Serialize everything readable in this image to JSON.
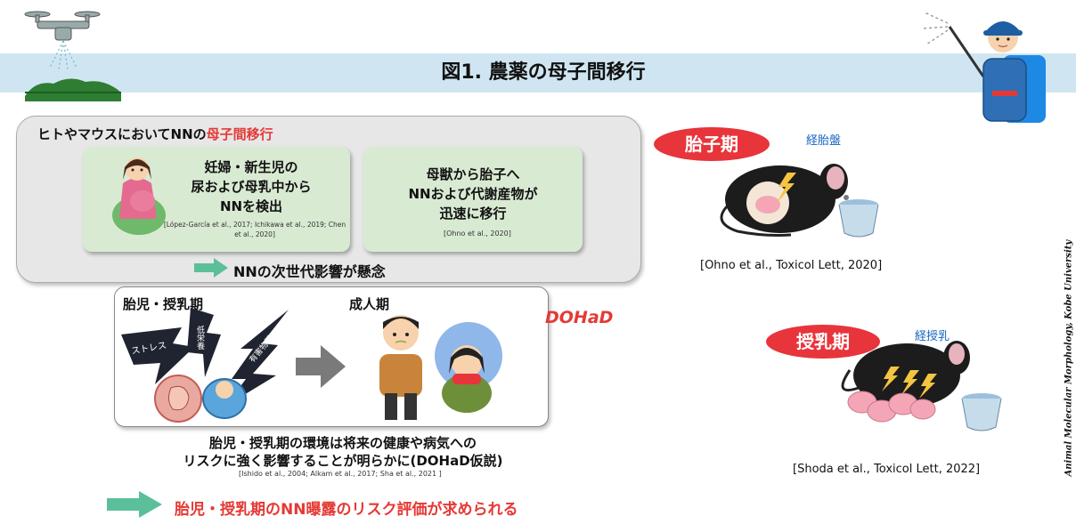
{
  "header": {
    "title": "図1. 農薬の母子間移行"
  },
  "nn_panel": {
    "heading_prefix": "ヒトやマウスにおいてNNの",
    "heading_highlight": "母子間移行",
    "detect_box": {
      "lines": [
        "妊婦・新生児の",
        "尿および母乳中から",
        "NNを検出"
      ],
      "citation": "[López-García et al., 2017; Ichikawa et al., 2019; Chen et al., 2020]"
    },
    "transfer_box": {
      "lines": [
        "母獣から胎子へ",
        "NNおよび代謝産物が",
        "迅速に移行"
      ],
      "citation": "[Ohno et al., 2020]"
    },
    "concern": "NNの次世代影響が懸念"
  },
  "dohad_box": {
    "fetal_label": "胎児・授乳期",
    "adult_label": "成人期",
    "dohad_label": "DOHaD",
    "bolt_labels": [
      "ストレス",
      "低栄養",
      "有害物質"
    ]
  },
  "conclusion": {
    "line1": "胎児・授乳期の環境は将来の健康や病気への",
    "line2": "リスクに強く影響することが明らかに(DOHaD仮説)",
    "citation": "[Ishido et al., 2004; Alkam et al., 2017; Sha et al., 2021 ]",
    "final": "胎児・授乳期のNN曝露のリスク評価が求められる"
  },
  "right_panel": {
    "fetal_pill": "胎子期",
    "placenta_label": "経胎盤",
    "citation_top": "[Ohno et al., Toxicol Lett, 2020]",
    "lact_pill": "授乳期",
    "milk_label": "経授乳",
    "citation_bottom": "[Shoda et al., Toxicol Lett, 2022]"
  },
  "credit": "Animal Molecular Morphology, Kobe University",
  "colors": {
    "accent_red": "#e8343b",
    "band_blue": "#cfe6f2",
    "green_box": "#d9ead3",
    "panel_gray": "#e7e7e7",
    "arrow_green": "#5bbf9a"
  }
}
